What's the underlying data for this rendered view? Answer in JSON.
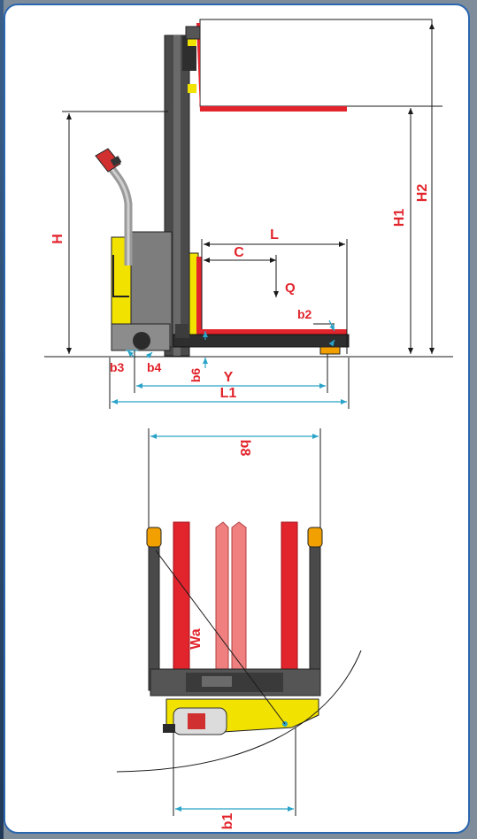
{
  "colors": {
    "fork_red": "#e2242c",
    "chassis_yellow": "#f1e200",
    "dimension_line": "#2aa3c8",
    "frame_blue": "#2a66b0",
    "mast_grey": "#4a4a4a"
  },
  "labels": {
    "H": "H",
    "H1": "H1",
    "H2": "H2",
    "L": "L",
    "C": "C",
    "Q": "Q",
    "b2": "b2",
    "b3": "b3",
    "b4": "b4",
    "b6": "b6",
    "Y": "Y",
    "L1": "L1",
    "b8": "b8",
    "Wa": "Wa",
    "b1": "b1"
  }
}
